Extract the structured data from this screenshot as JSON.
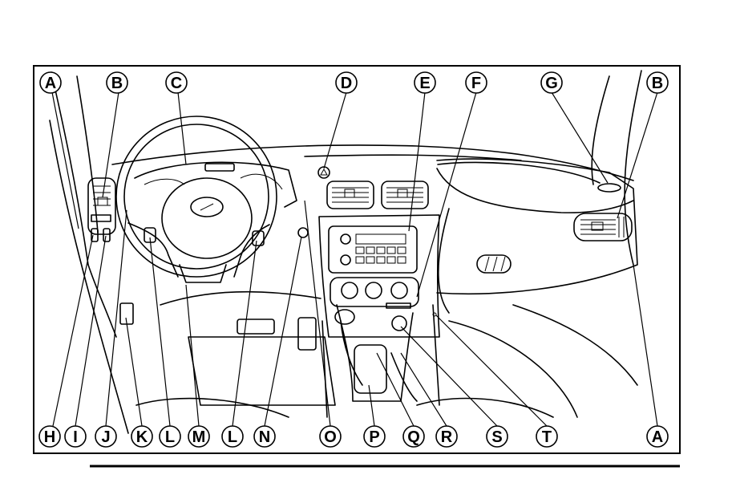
{
  "figure": {
    "callouts_top": [
      "A",
      "B",
      "C",
      "D",
      "E",
      "F",
      "G",
      "B"
    ],
    "callouts_bottom": [
      "H",
      "I",
      "J",
      "K",
      "L",
      "M",
      "L",
      "N",
      "O",
      "P",
      "Q",
      "R",
      "S",
      "T",
      "A"
    ]
  },
  "colors": {
    "line": "#000000",
    "background": "#ffffff"
  }
}
